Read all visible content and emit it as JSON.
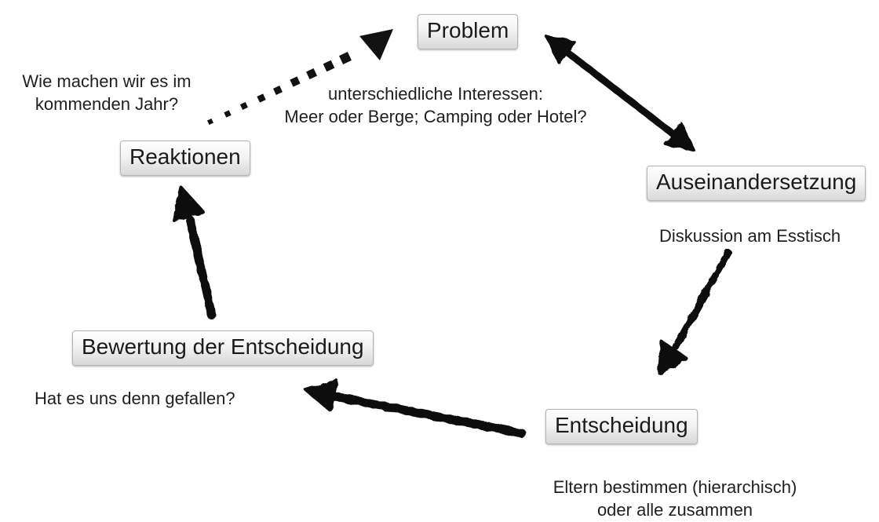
{
  "diagram": {
    "nodes": {
      "problem": {
        "label": "Problem"
      },
      "auseinandersetzung": {
        "label": "Auseinandersetzung"
      },
      "entscheidung": {
        "label": "Entscheidung"
      },
      "bewertung": {
        "label": "Bewertung der Entscheidung"
      },
      "reaktionen": {
        "label": "Reaktionen"
      }
    },
    "annotations": {
      "next_year": {
        "line1": "Wie machen wir es im",
        "line2": "kommenden Jahr?"
      },
      "interests": {
        "line1": "unterschiedliche Interessen:",
        "line2": "Meer oder Berge; Camping oder Hotel?"
      },
      "discussion": {
        "text": "Diskussion am Esstisch"
      },
      "liked_it": {
        "text": "Hat es uns denn gefallen?"
      },
      "parents": {
        "line1": "Eltern bestimmen (hierarchisch)",
        "line2": "oder alle zusammen"
      }
    },
    "edges": [
      {
        "from": "reaktionen",
        "to": "problem",
        "style": "dashed"
      },
      {
        "from": "problem",
        "to": "auseinandersetzung",
        "style": "double-headed"
      },
      {
        "from": "auseinandersetzung",
        "to": "entscheidung",
        "style": "solid"
      },
      {
        "from": "entscheidung",
        "to": "bewertung",
        "style": "solid"
      },
      {
        "from": "bewertung",
        "to": "reaktionen",
        "style": "solid"
      }
    ],
    "colors": {
      "arrow": "#111111",
      "node_background_top": "#fefefe",
      "node_background_bottom": "#d8d8d8",
      "node_border": "#b5b5b5",
      "text": "#1b1b1b",
      "background": "#ffffff"
    }
  }
}
